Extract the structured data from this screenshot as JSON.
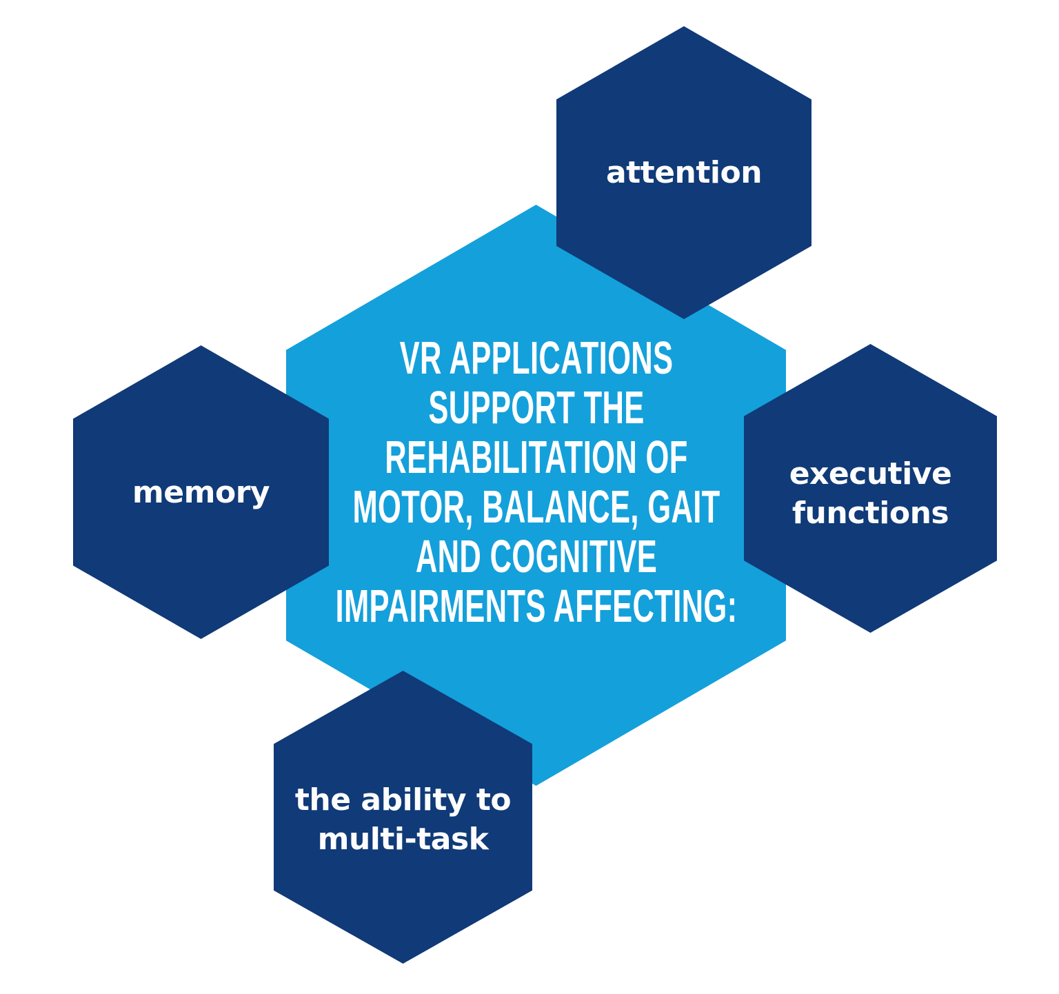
{
  "figure": {
    "background_color": "#FFFFFF",
    "center_hexagon": {
      "fill_color": "#14A0DB",
      "text_color": "#FFFFFF",
      "lines": [
        "VR APPLICATIONS",
        "SUPPORT THE",
        "REHABILITATION OF",
        "MOTOR, BALANCE, GAIT",
        "AND COGNITIVE",
        "IMPAIRMENTS AFFECTING:"
      ]
    },
    "satellite_fill_color": "#103A78",
    "satellite_text_color": "#FDFDFD",
    "satellites": {
      "attention": {
        "lines": [
          "attention"
        ]
      },
      "memory": {
        "lines": [
          "memory"
        ]
      },
      "executive_functions": {
        "lines": [
          "executive",
          "functions"
        ]
      },
      "multi_task": {
        "lines": [
          "the ability to",
          "multi-task"
        ]
      }
    }
  }
}
